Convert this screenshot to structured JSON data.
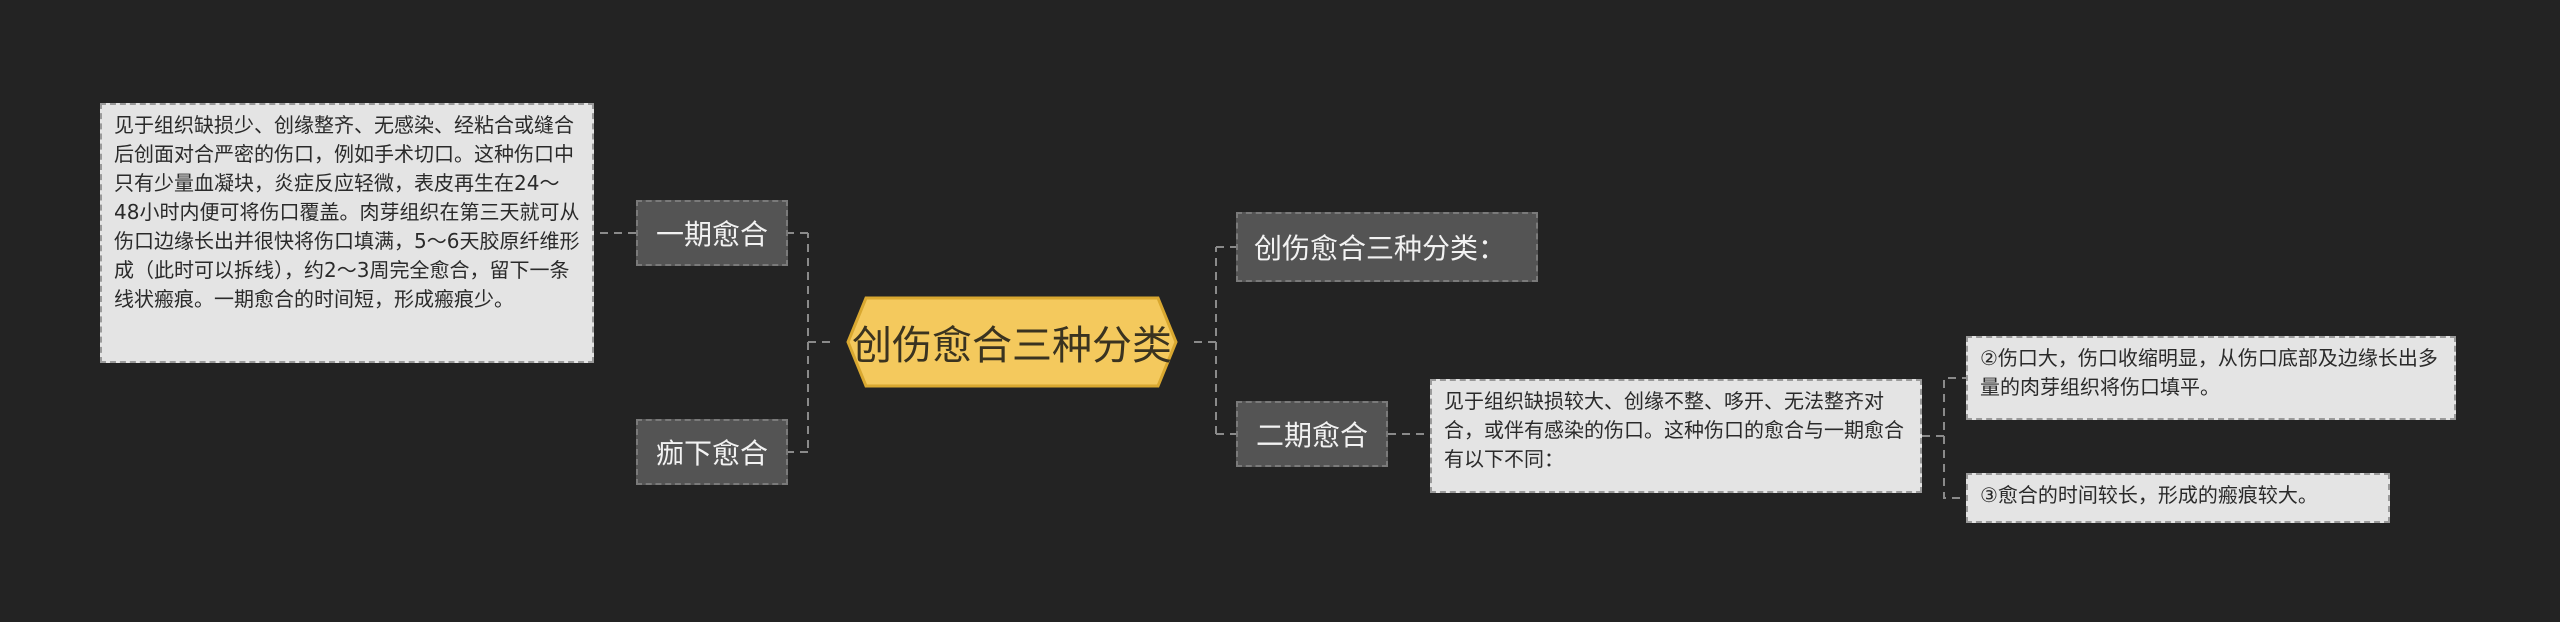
{
  "root": {
    "label": "创伤愈合三种分类",
    "fill": "#f4c95d"
  },
  "topics": {
    "first": "一期愈合",
    "scab": "痂下愈合",
    "heading": "创伤愈合三种分类：",
    "second": "二期愈合"
  },
  "notes": {
    "first": "见于组织缺损少、创缘整齐、无感染、经粘合或缝合后创面对合严密的伤口，例如手术切口。这种伤口中只有少量血凝块，炎症反应轻微，表皮再生在24～48小时内便可将伤口覆盖。肉芽组织在第三天就可从伤口边缘长出并很快将伤口填满，5～6天胶原纤维形成（此时可以拆线），约2～3周完全愈合，留下一条线状瘢痕。一期愈合的时间短，形成瘢痕少。",
    "second": "见于组织缺损较大、创缘不整、哆开、无法整齐对合，或伴有感染的伤口。这种伤口的愈合与一期愈合有以下不同：",
    "point2": "②伤口大，伤口收缩明显，从伤口底部及边缘长出多量的肉芽组织将伤口填平。",
    "point3": "③愈合的时间较长，形成的瘢痕较大。"
  },
  "colors": {
    "background": "#232323",
    "topic_fill": "#545454",
    "note_fill": "#e4e4e4",
    "connector": "#8a8a8a"
  }
}
